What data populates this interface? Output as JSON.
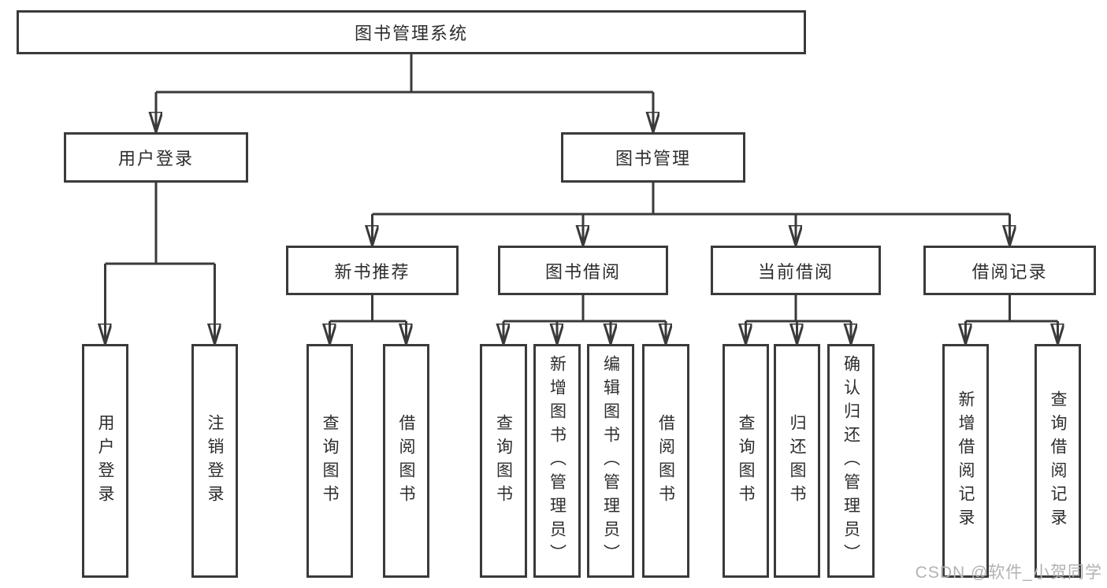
{
  "diagram": {
    "root": {
      "label": "图书管理系统"
    },
    "user_module": {
      "label": "用户登录",
      "children": [
        {
          "label": "用户登录"
        },
        {
          "label": "注销登录"
        }
      ]
    },
    "book_module": {
      "label": "图书管理",
      "groups": [
        {
          "label": "新书推荐",
          "children": [
            {
              "label": "查询图书"
            },
            {
              "label": "借阅图书"
            }
          ]
        },
        {
          "label": "图书借阅",
          "children": [
            {
              "label": "查询图书"
            },
            {
              "label": "新增图书（管理员）"
            },
            {
              "label": "编辑图书（管理员）"
            },
            {
              "label": "借阅图书"
            }
          ]
        },
        {
          "label": "当前借阅",
          "children": [
            {
              "label": "查询图书"
            },
            {
              "label": "归还图书"
            },
            {
              "label": "确认归还（管理员）"
            }
          ]
        },
        {
          "label": "借阅记录",
          "children": [
            {
              "label": "新增借阅记录"
            },
            {
              "label": "查询借阅记录"
            }
          ]
        }
      ]
    },
    "watermark": "CSDN @软件_小贺同学",
    "colors": {
      "line": "#3a3a3a",
      "text": "#2d2d2d",
      "watermark": "#b2b2b2",
      "background": "#ffffff"
    }
  }
}
